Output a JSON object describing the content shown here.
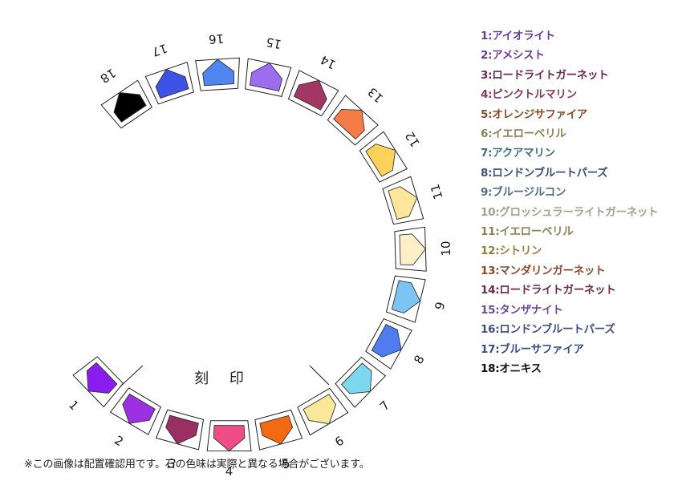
{
  "engraving_label": "刻 印",
  "footnote": "※この画像は配置確認用です。石の色味は実際と異なる場合がございます。",
  "slots": [
    {
      "number": "1",
      "name": "アイオライト",
      "stone_color": "#8a1cf0",
      "label_color": "#6b3a99"
    },
    {
      "number": "2",
      "name": "アメシスト",
      "stone_color": "#9b30e0",
      "label_color": "#6b3a99"
    },
    {
      "number": "3",
      "name": "ロードライトガーネット",
      "stone_color": "#9a2f63",
      "label_color": "#6e2a4a"
    },
    {
      "number": "4",
      "name": "ピンクトルマリン",
      "stone_color": "#ee4d86",
      "label_color": "#8a3a5a"
    },
    {
      "number": "5",
      "name": "オレンジサファイア",
      "stone_color": "#f46a12",
      "label_color": "#8a4a1f"
    },
    {
      "number": "6",
      "name": "イエローベリル",
      "stone_color": "#f9e79a",
      "label_color": "#8b8355"
    },
    {
      "number": "7",
      "name": "アクアマリン",
      "stone_color": "#7dd8ee",
      "label_color": "#3f6f86"
    },
    {
      "number": "8",
      "name": "ロンドンブルートパーズ",
      "stone_color": "#4f7df0",
      "label_color": "#3e4f7f"
    },
    {
      "number": "9",
      "name": "ブルージルコン",
      "stone_color": "#7cc4f4",
      "label_color": "#4f6f86"
    },
    {
      "number": "10",
      "name": "グロッシュラーライトガーネット",
      "stone_color": "#fdefc7",
      "label_color": "#a9a08c"
    },
    {
      "number": "11",
      "name": "イエローベリル",
      "stone_color": "#fde69a",
      "label_color": "#8b8355"
    },
    {
      "number": "12",
      "name": "シトリン",
      "stone_color": "#fed15a",
      "label_color": "#9a7c3a"
    },
    {
      "number": "13",
      "name": "マンダリンガーネット",
      "stone_color": "#f57b47",
      "label_color": "#8a4a2a"
    },
    {
      "number": "14",
      "name": "ロードライトガーネット",
      "stone_color": "#a23764",
      "label_color": "#6e2a4a"
    },
    {
      "number": "15",
      "name": "タンザナイト",
      "stone_color": "#9d6df0",
      "label_color": "#6b4a99"
    },
    {
      "number": "16",
      "name": "ロンドンブルートパーズ",
      "stone_color": "#4f85f0",
      "label_color": "#3e4f7f"
    },
    {
      "number": "17",
      "name": "ブルーサファイア",
      "stone_color": "#3f52e6",
      "label_color": "#3a4a8a"
    },
    {
      "number": "18",
      "name": "オニキス",
      "stone_color": "#000000",
      "label_color": "#111111"
    }
  ]
}
